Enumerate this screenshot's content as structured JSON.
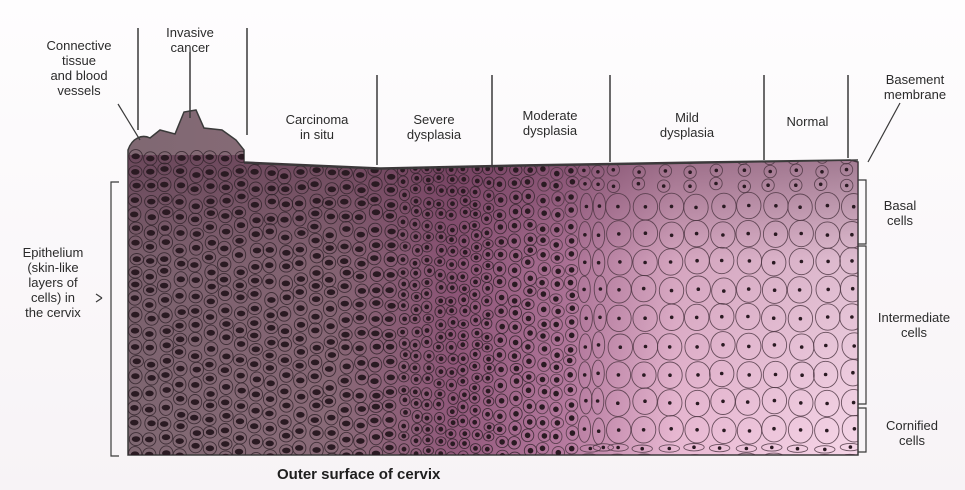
{
  "diagram": {
    "stage_labels": [
      {
        "key": "connective",
        "text": "Connective\ntissue\nand blood\nvessels"
      },
      {
        "key": "invasive",
        "text": "Invasive\ncancer"
      },
      {
        "key": "cis",
        "text": "Carcinoma\nin situ"
      },
      {
        "key": "severe",
        "text": "Severe\ndysplasia"
      },
      {
        "key": "moderate",
        "text": "Moderate\ndysplasia"
      },
      {
        "key": "mild",
        "text": "Mild\ndysplasia"
      },
      {
        "key": "normal",
        "text": "Normal"
      },
      {
        "key": "basement",
        "text": "Basement\nmembrane"
      }
    ],
    "left_label": "Epithelium\n(skin-like\nlayers of\ncells) in\nthe cervix",
    "layer_labels": [
      {
        "key": "basal",
        "text": "Basal\ncells"
      },
      {
        "key": "intermediate",
        "text": "Intermediate\ncells"
      },
      {
        "key": "cornified",
        "text": "Cornified\ncells"
      }
    ],
    "caption": "Outer surface of cervix",
    "colors": {
      "abnormal_tissue": "#8a6c78",
      "dysplasia_tissue": "#9b5f82",
      "normal_tissue": "#f2c9df",
      "nucleus": "#2a1a22",
      "line": "#3a3a3a"
    }
  }
}
